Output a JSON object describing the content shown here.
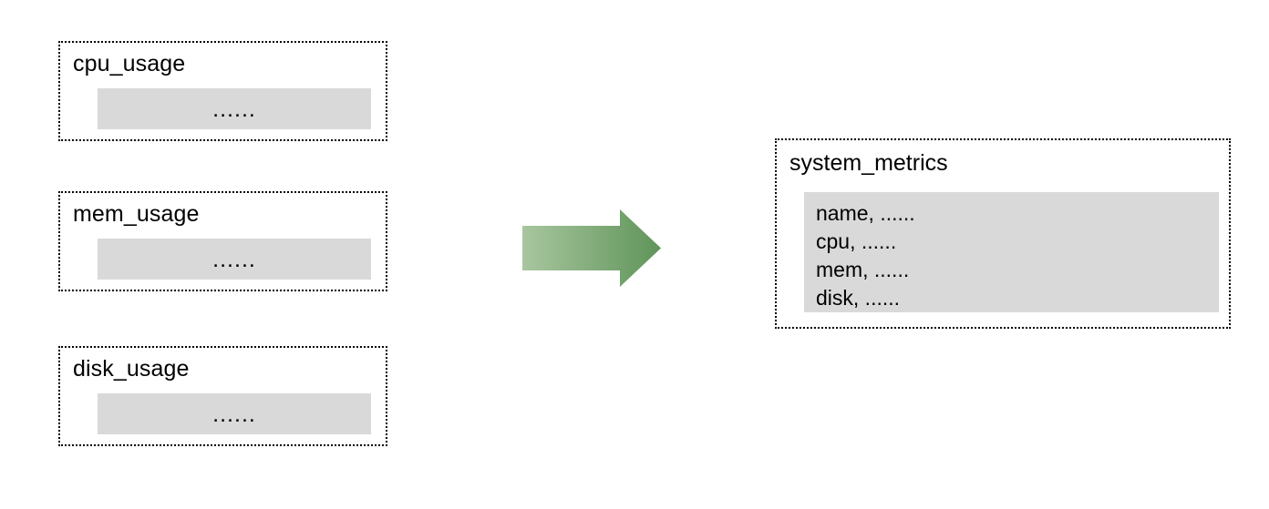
{
  "diagram": {
    "title_hidden": "",
    "sources": [
      {
        "name": "cpu_usage",
        "content": "......"
      },
      {
        "name": "mem_usage",
        "content": "......"
      },
      {
        "name": "disk_usage",
        "content": "......"
      }
    ],
    "arrow": {
      "icon": "right-arrow-icon",
      "gradient_from": "#a8c69f",
      "gradient_to": "#5f9459"
    },
    "target": {
      "name": "system_metrics",
      "rows": [
        "name, ......",
        "cpu, ......",
        "mem, ......",
        "disk, ......"
      ]
    },
    "colors": {
      "panel_fill": "#d9d9d9",
      "border": "#000000",
      "background": "#ffffff"
    }
  }
}
